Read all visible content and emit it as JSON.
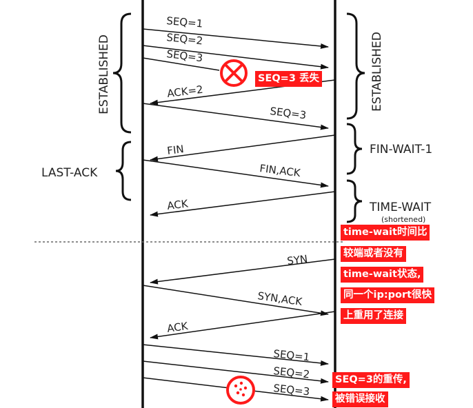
{
  "states": {
    "left_established": "ESTABLISHED",
    "left_last_ack": "LAST-ACK",
    "right_established": "ESTABLISHED",
    "right_fin_wait_1": "FIN-WAIT-1",
    "right_time_wait": "TIME-WAIT",
    "right_time_wait_note": "(shortened)"
  },
  "messages": {
    "seq1": "SEQ=1",
    "seq2": "SEQ=2",
    "seq3": "SEQ=3",
    "ack2": "ACK=2",
    "seq3_retx": "SEQ=3",
    "fin": "FIN",
    "fin_ack": "FIN,ACK",
    "ack": "ACK",
    "syn": "SYN",
    "syn_ack": "SYN,ACK",
    "ack2_conn": "ACK",
    "seq1_new": "SEQ=1",
    "seq2_new": "SEQ=2",
    "seq3_new": "SEQ=3"
  },
  "annotations": {
    "lost": "SEQ=3 丢失",
    "note_line1": "time-wait时间比",
    "note_line2": "较端或者没有",
    "note_line3": "time-wait状态,",
    "note_line4": "同一个ip:port很快",
    "note_line5": "上重用了连接",
    "retx_line1": "SEQ=3的重传,",
    "retx_line2": "被错误接收"
  },
  "icons": {
    "lost": "lost-packet-icon",
    "wrong_receive": "misreceived-packet-icon"
  },
  "colors": {
    "accent": "#ff1a1a",
    "line": "#111111"
  }
}
